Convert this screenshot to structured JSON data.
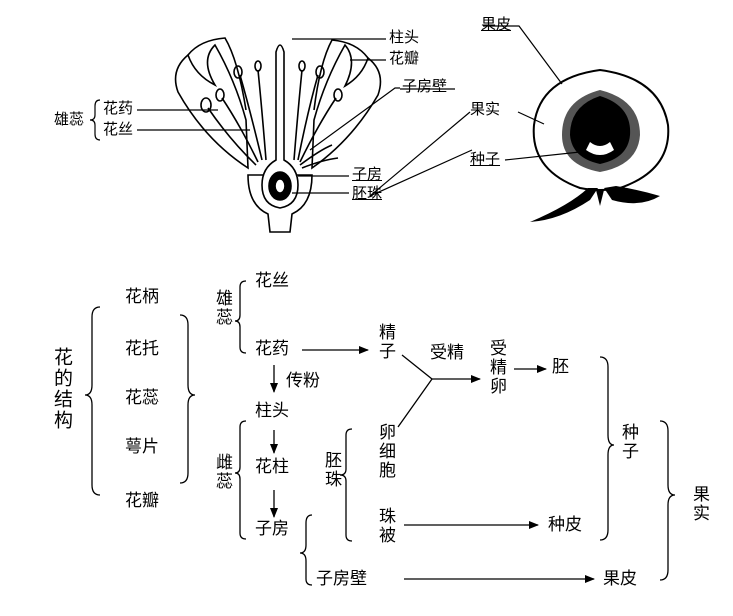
{
  "flower_labels": {
    "stigma": "柱头",
    "petal": "花瓣",
    "ovary_wall": "子房壁",
    "stamen": "雄蕊",
    "anther": "花药",
    "filament": "花丝",
    "ovary": "子房",
    "ovule": "胚珠"
  },
  "fruit_labels": {
    "pericarp": "果皮",
    "fruit": "果实",
    "seed": "种子"
  },
  "structure": {
    "flower_structure": "花的结构",
    "pedicel": "花柄",
    "receptacle": "花托",
    "stamens_pistil": "花蕊",
    "sepal": "萼片",
    "petal": "花瓣",
    "stamen": "雄蕊",
    "pistil": "雌蕊",
    "filament": "花丝",
    "anther": "花药",
    "sperm": "精子",
    "pollination": "传粉",
    "fertilization": "受精",
    "fertilized_egg": "受精卵",
    "embryo": "胚",
    "stigma": "柱头",
    "style": "花柱",
    "ovary": "子房",
    "ovule": "胚珠",
    "egg_cell": "卵细胞",
    "integument": "珠被",
    "seed_coat": "种皮",
    "seed": "种子",
    "fruit": "果实",
    "ovary_wall": "子房壁",
    "pericarp": "果皮"
  },
  "colors": {
    "ink": "#000000",
    "background": "#ffffff",
    "fruit_flesh": "#ffffff",
    "fruit_ring": "#555555"
  }
}
